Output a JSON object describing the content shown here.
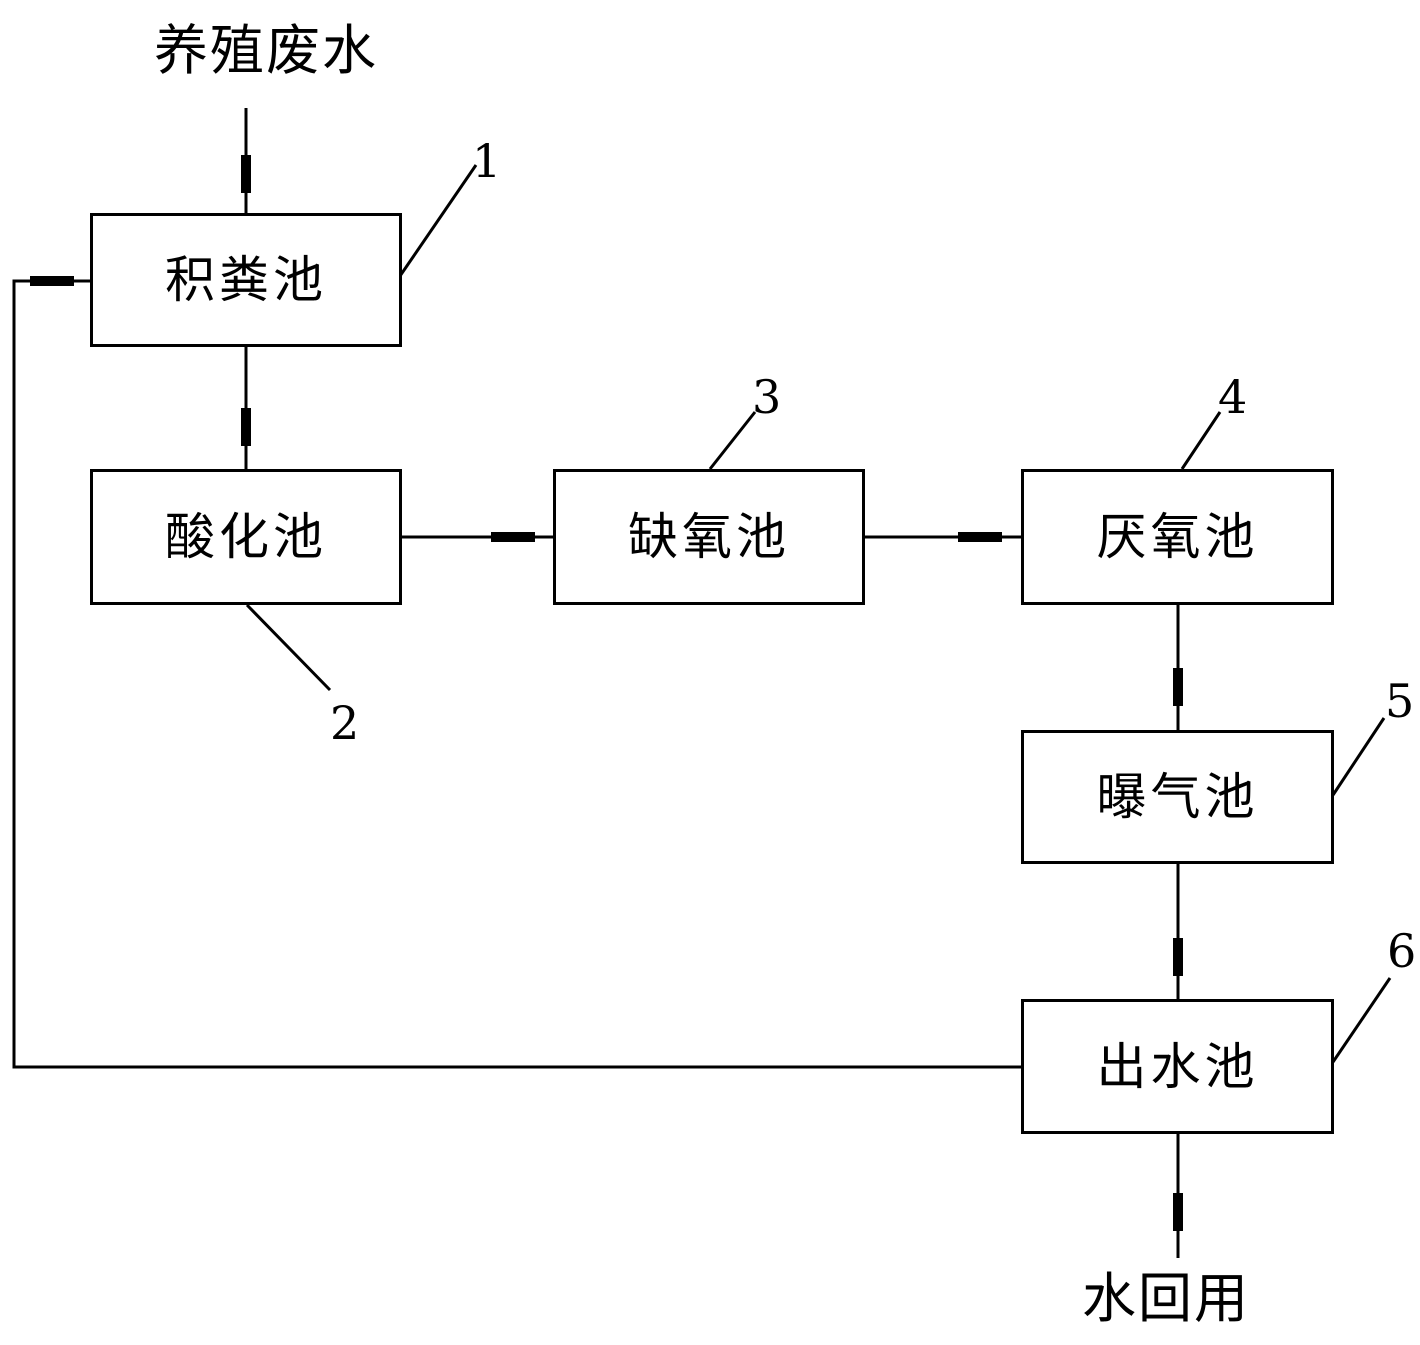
{
  "input_label": "养殖废水",
  "output_label": "水回用",
  "tanks": [
    {
      "id": "1",
      "name": "积粪池"
    },
    {
      "id": "2",
      "name": "酸化池"
    },
    {
      "id": "3",
      "name": "缺氧池"
    },
    {
      "id": "4",
      "name": "厌氧池"
    },
    {
      "id": "5",
      "name": "曝气池"
    },
    {
      "id": "6",
      "name": "出水池"
    }
  ],
  "flows": [
    {
      "from": "input",
      "to": "1"
    },
    {
      "from": "1",
      "to": "2"
    },
    {
      "from": "2",
      "to": "3"
    },
    {
      "from": "3",
      "to": "4"
    },
    {
      "from": "4",
      "to": "5"
    },
    {
      "from": "5",
      "to": "6"
    },
    {
      "from": "6",
      "to": "output"
    },
    {
      "from": "6",
      "to": "1",
      "type": "recycle"
    }
  ]
}
